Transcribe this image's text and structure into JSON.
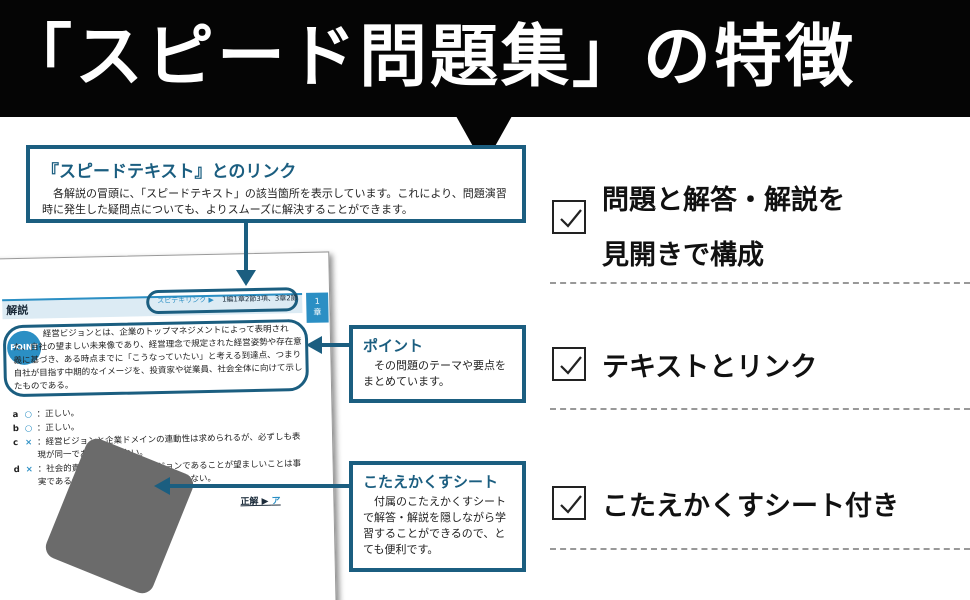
{
  "header": {
    "title": "「スピード問題集」の特徴"
  },
  "callouts": {
    "top": {
      "title": "『スピードテキスト』とのリンク",
      "body": "　各解説の冒頭に、「スピードテキスト」の該当箇所を表示しています。これにより、問題演習時に発生した疑問点についても、よりスムーズに解決することができます。"
    },
    "point": {
      "title": "ポイント",
      "body": "　その問題のテーマや要点をまとめています。"
    },
    "sheet": {
      "title": "こたえかくすシート",
      "body": "　付属のこたえかくすシートで解答・解説を隠しながら学習することができるので、とても便利です。"
    }
  },
  "page": {
    "header_label": "解説",
    "ref_tag": "スピテキリンク ▶",
    "ref_text": "1編1章2節3項、3章2節",
    "chapter_tab": "1\n章",
    "point_badge": "POINT",
    "point_text": "経営ビジョンとは、企業のトップマネジメントによって表明された、自社の望ましい未来像であり、経営理念で規定された経営姿勢や存在意義に基づき、ある時点までに「こうなっていたい」と考える到達点、つまり自社が目指す中期的なイメージを、投資家や従業員、社会全体に向けて示したものである。",
    "answers": [
      {
        "letter": "a",
        "mark": "○",
        "text": "：正しい。"
      },
      {
        "letter": "b",
        "mark": "○",
        "text": "：正しい。"
      },
      {
        "letter": "c",
        "mark": "×",
        "text": "：経営ビジョンと企業ドメインの連動性は求められるが、必ずしも表現が同一である必要はない。"
      },
      {
        "letter": "d",
        "mark": "×",
        "text": "：社会的責任を意識した経営ビジョンであることが望ましいことは事実であるが、それが要件となるわけではない。"
      }
    ],
    "correct_label": "正解 ▶",
    "correct_value": "ア"
  },
  "features": [
    {
      "label_line1": "問題と解答・解説を",
      "label_line2": "見開きで構成"
    },
    {
      "label_line1": "テキストとリンク"
    },
    {
      "label_line1": "こたえかくすシート付き"
    }
  ]
}
